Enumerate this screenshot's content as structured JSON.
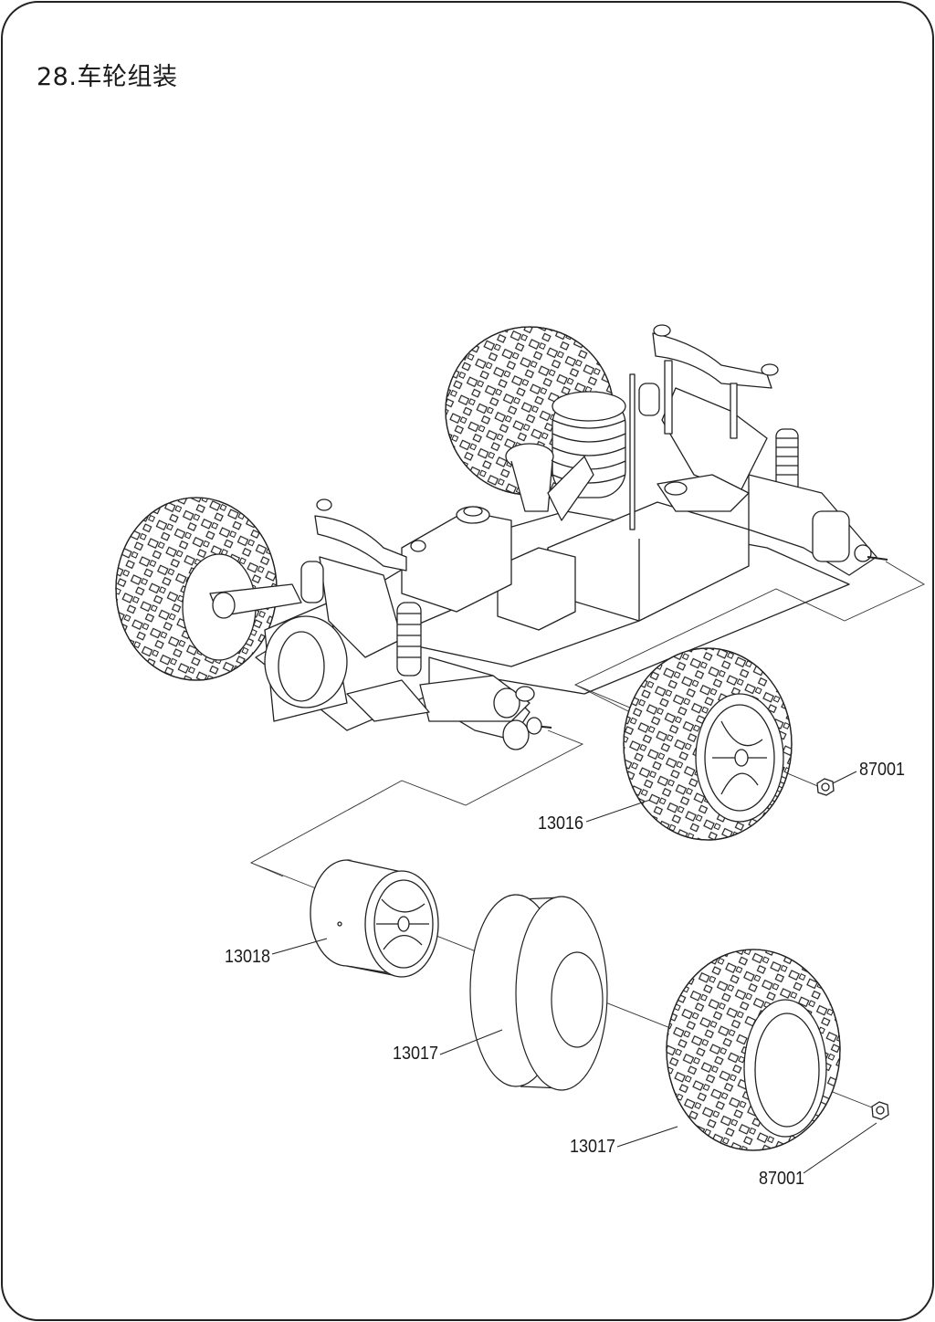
{
  "title": "28.车轮组装",
  "callouts": {
    "nut_front": "87001",
    "wheel_front": "13016",
    "rim": "13018",
    "insert": "13017",
    "tire": "13017",
    "nut_rear": "87001"
  }
}
